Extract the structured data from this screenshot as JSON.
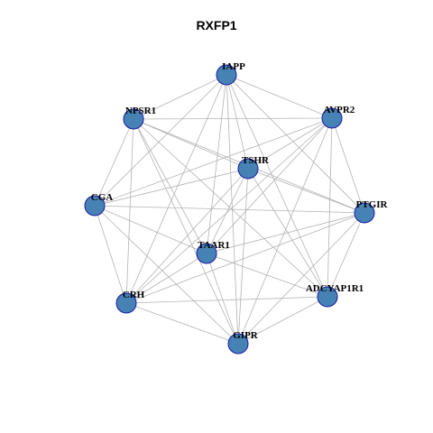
{
  "title": "RXFP1",
  "colors": {
    "node_fill": "#4682b4",
    "node_stroke": "#1a1aa8",
    "edge": "#b3b3b3",
    "label": "#000000"
  },
  "nodes": [
    {
      "id": "IAPP",
      "label": "IAPP"
    },
    {
      "id": "AVPR2",
      "label": "AVPR2"
    },
    {
      "id": "NPSR1",
      "label": "NPSR1"
    },
    {
      "id": "TSHR",
      "label": "TSHR"
    },
    {
      "id": "CGA",
      "label": "CGA"
    },
    {
      "id": "PTGIR",
      "label": "PTGIR"
    },
    {
      "id": "TAAR1",
      "label": "TAAR1"
    },
    {
      "id": "ADCYAP1R1",
      "label": "ADCYAP1R1"
    },
    {
      "id": "CRH",
      "label": "CRH"
    },
    {
      "id": "GIPR",
      "label": "GIPR"
    }
  ],
  "edges": [
    [
      "IAPP",
      "AVPR2"
    ],
    [
      "IAPP",
      "NPSR1"
    ],
    [
      "IAPP",
      "TSHR"
    ],
    [
      "IAPP",
      "CGA"
    ],
    [
      "IAPP",
      "PTGIR"
    ],
    [
      "IAPP",
      "TAAR1"
    ],
    [
      "IAPP",
      "ADCYAP1R1"
    ],
    [
      "IAPP",
      "CRH"
    ],
    [
      "IAPP",
      "GIPR"
    ],
    [
      "AVPR2",
      "NPSR1"
    ],
    [
      "AVPR2",
      "TSHR"
    ],
    [
      "AVPR2",
      "CGA"
    ],
    [
      "AVPR2",
      "PTGIR"
    ],
    [
      "AVPR2",
      "TAAR1"
    ],
    [
      "AVPR2",
      "ADCYAP1R1"
    ],
    [
      "AVPR2",
      "CRH"
    ],
    [
      "AVPR2",
      "GIPR"
    ],
    [
      "NPSR1",
      "TSHR"
    ],
    [
      "NPSR1",
      "CGA"
    ],
    [
      "NPSR1",
      "PTGIR"
    ],
    [
      "NPSR1",
      "TAAR1"
    ],
    [
      "NPSR1",
      "ADCYAP1R1"
    ],
    [
      "NPSR1",
      "CRH"
    ],
    [
      "NPSR1",
      "GIPR"
    ],
    [
      "TSHR",
      "CGA"
    ],
    [
      "TSHR",
      "PTGIR"
    ],
    [
      "TSHR",
      "TAAR1"
    ],
    [
      "TSHR",
      "ADCYAP1R1"
    ],
    [
      "TSHR",
      "CRH"
    ],
    [
      "TSHR",
      "GIPR"
    ],
    [
      "CGA",
      "PTGIR"
    ],
    [
      "CGA",
      "TAAR1"
    ],
    [
      "CGA",
      "CRH"
    ],
    [
      "CGA",
      "GIPR"
    ],
    [
      "PTGIR",
      "TAAR1"
    ],
    [
      "PTGIR",
      "ADCYAP1R1"
    ],
    [
      "PTGIR",
      "CRH"
    ],
    [
      "PTGIR",
      "GIPR"
    ],
    [
      "TAAR1",
      "ADCYAP1R1"
    ],
    [
      "TAAR1",
      "CRH"
    ],
    [
      "TAAR1",
      "GIPR"
    ],
    [
      "ADCYAP1R1",
      "CRH"
    ],
    [
      "ADCYAP1R1",
      "GIPR"
    ],
    [
      "CRH",
      "GIPR"
    ]
  ]
}
